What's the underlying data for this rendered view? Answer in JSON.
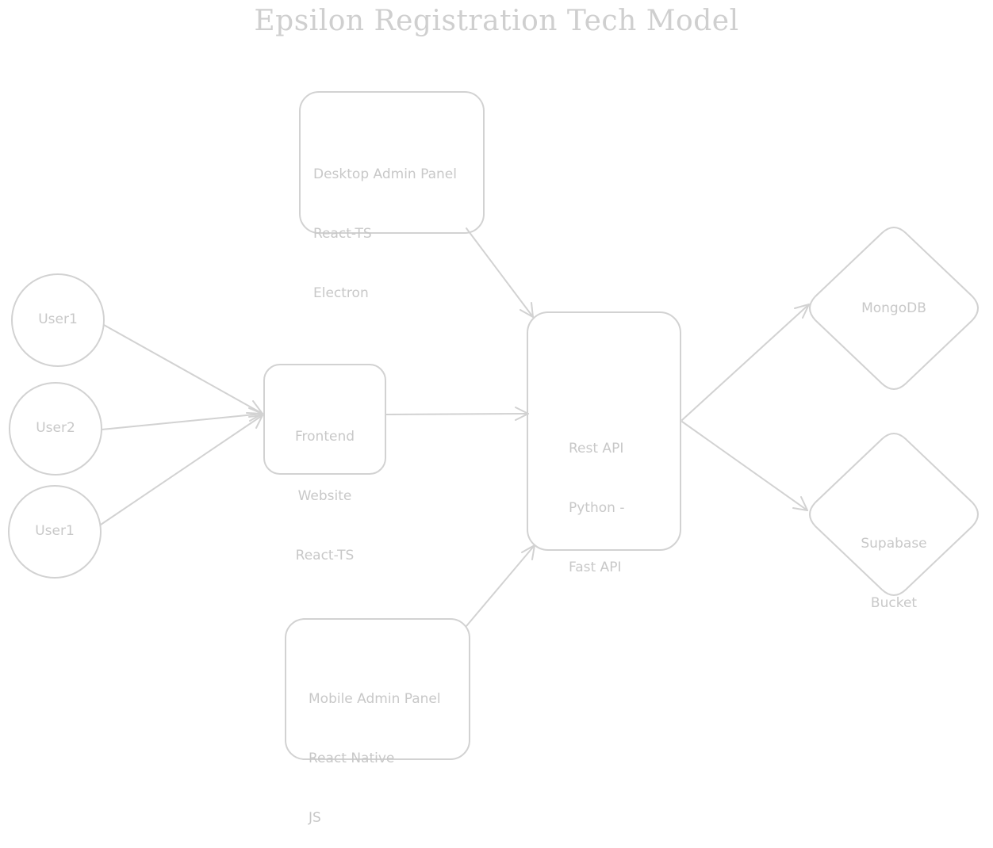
{
  "title": "Epsilon Registration Tech Model",
  "nodes": {
    "user1_top": {
      "label": "User1"
    },
    "user2": {
      "label": "User2"
    },
    "user1_bottom": {
      "label": "User1"
    },
    "frontend": {
      "lines": [
        "Frontend",
        "Website",
        "React-TS"
      ]
    },
    "desktop_admin": {
      "lines": [
        "Desktop Admin Panel",
        "React-TS",
        "Electron"
      ]
    },
    "mobile_admin": {
      "lines": [
        "Mobile Admin Panel",
        "React Native",
        "JS"
      ]
    },
    "rest_api": {
      "lines": [
        "Rest API",
        "Python -",
        "Fast API"
      ]
    },
    "mongodb": {
      "label": "MongoDB"
    },
    "supabase": {
      "lines": [
        "Supabase",
        "Bucket"
      ]
    }
  },
  "colors": {
    "stroke": "#d2d2d2",
    "text": "#c8c8c8",
    "background": "#ffffff"
  }
}
